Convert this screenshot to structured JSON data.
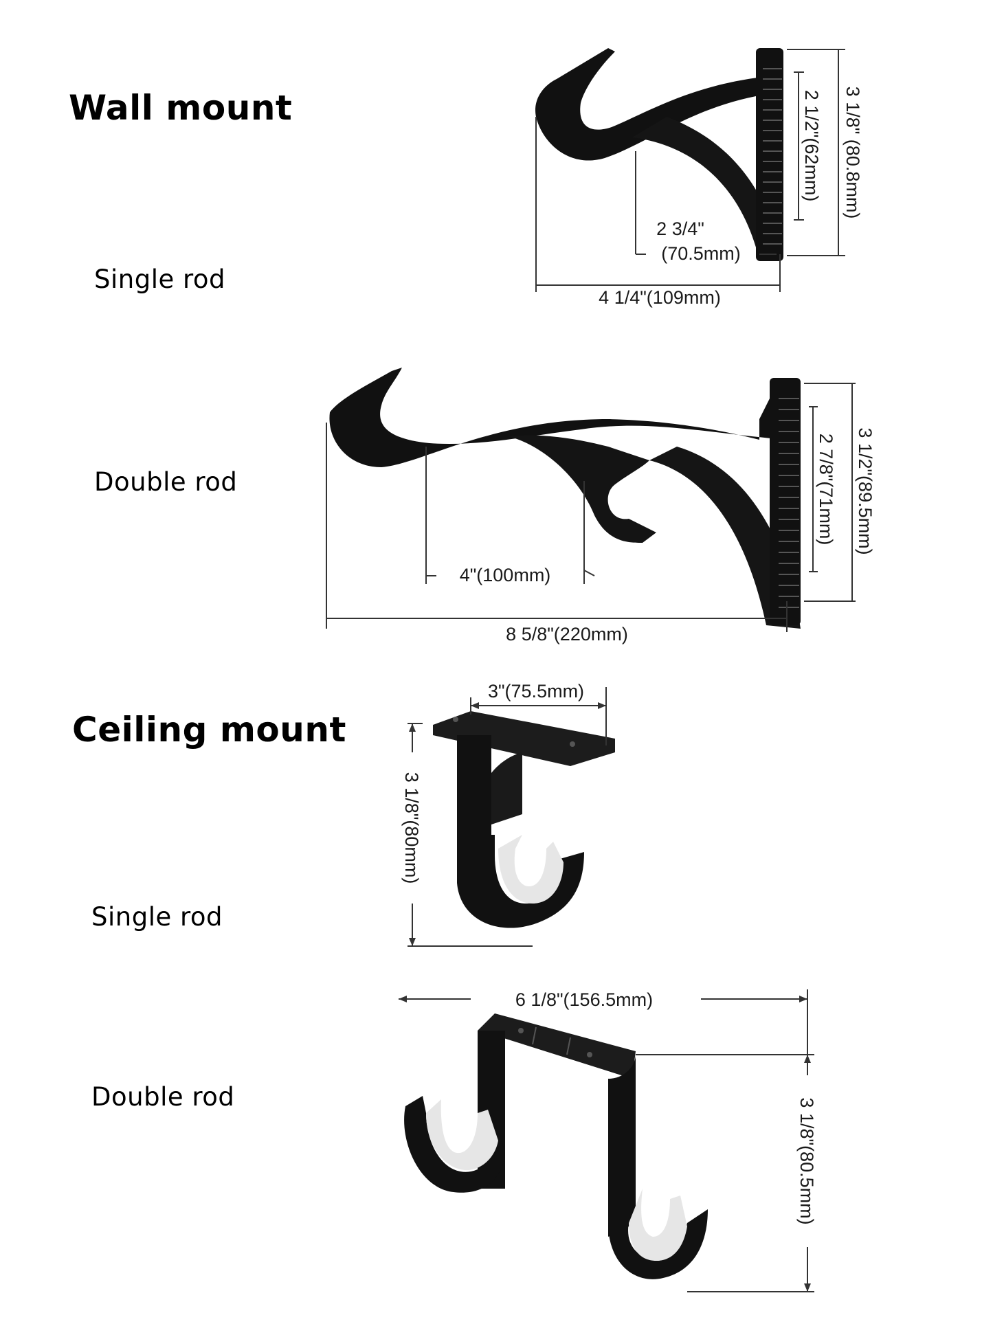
{
  "sections": [
    {
      "title": "Wall mount",
      "items": [
        {
          "label": "Single rod",
          "dimensions": {
            "total_height": "3 1/8\"  (80.8mm)",
            "plate_height": "2 1/2\"(62mm)",
            "rod_offset_line1": "2 3/4\"",
            "rod_offset_line2": "(70.5mm)",
            "projection": "4 1/4\"(109mm)"
          }
        },
        {
          "label": "Double rod",
          "dimensions": {
            "total_height": "3 1/2\"(89.5mm)",
            "plate_height": "2 7/8\"(71mm)",
            "rod_spacing": "4\"(100mm)",
            "projection": "8 5/8\"(220mm)"
          }
        }
      ]
    },
    {
      "title": "Ceiling mount",
      "items": [
        {
          "label": "Single rod",
          "dimensions": {
            "plate_width": "3\"(75.5mm)",
            "drop_height": "3 1/8\"(80mm)"
          }
        },
        {
          "label": "Double rod",
          "dimensions": {
            "width": "6 1/8\"(156.5mm)",
            "drop_height": "3 1/8\"(80.5mm)"
          }
        }
      ]
    }
  ],
  "colors": {
    "bracket": "#111111",
    "bracket_highlight": "#2b2b2b",
    "insert": "#e6e6e6",
    "dimension_line": "#333333"
  }
}
